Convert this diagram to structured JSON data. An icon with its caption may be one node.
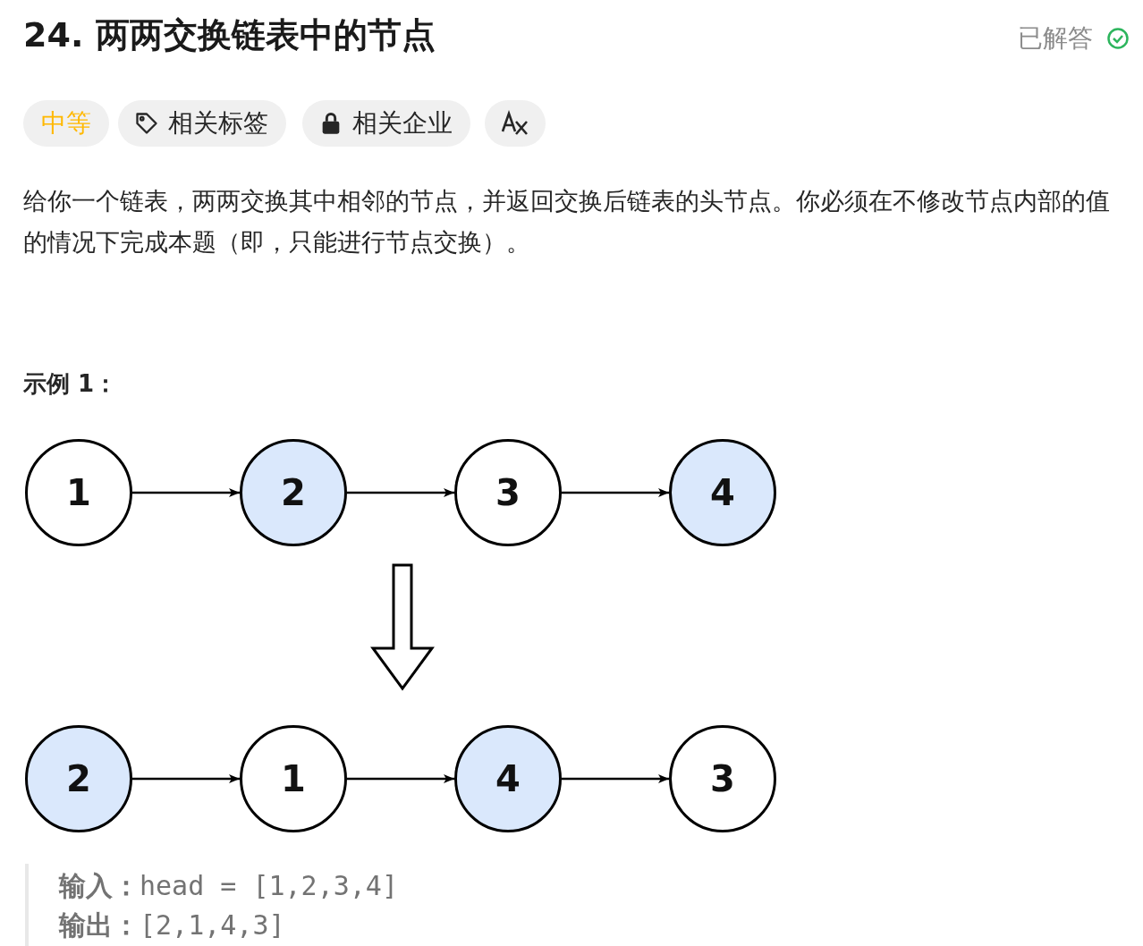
{
  "diagram": {
    "title": "24. 两两交换链表中的节点",
    "nodes": [
      {
        "text": [
          "1"
        ]
      },
      {
        "text": [
          "2"
        ]
      },
      {
        "text": [
          "3"
        ]
      },
      {
        "text": [
          "4"
        ]
      },
      {
        "text": [
          "2"
        ]
      },
      {
        "text": [
          "1"
        ]
      },
      {
        "text": [
          "4"
        ]
      },
      {
        "text": [
          "3"
        ]
      }
    ],
    "edges": [
      {
        "from": 0,
        "to": 1,
        "arrow": "to"
      },
      {
        "from": 1,
        "to": 2,
        "arrow": "to"
      },
      {
        "from": 2,
        "to": 3,
        "arrow": "to"
      },
      {
        "from": 4,
        "to": 5,
        "arrow": "to"
      },
      {
        "from": 5,
        "to": 6,
        "arrow": "to"
      },
      {
        "from": 6,
        "to": 7,
        "arrow": "to"
      }
    ],
    "labels": [
      "已解答",
      "中等",
      "相关标签",
      "相关企业",
      "给你一个链表，两两交换其中相邻的节点，并返回交换后链表的头节点。你必须在不修改节点内部的值的情况下完成本题（即，只能进行节点交换）。",
      "示例 1：",
      "**输入：**head = [1,2,3,4]",
      "**输出：**[2,1,4,3]"
    ]
  }
}
